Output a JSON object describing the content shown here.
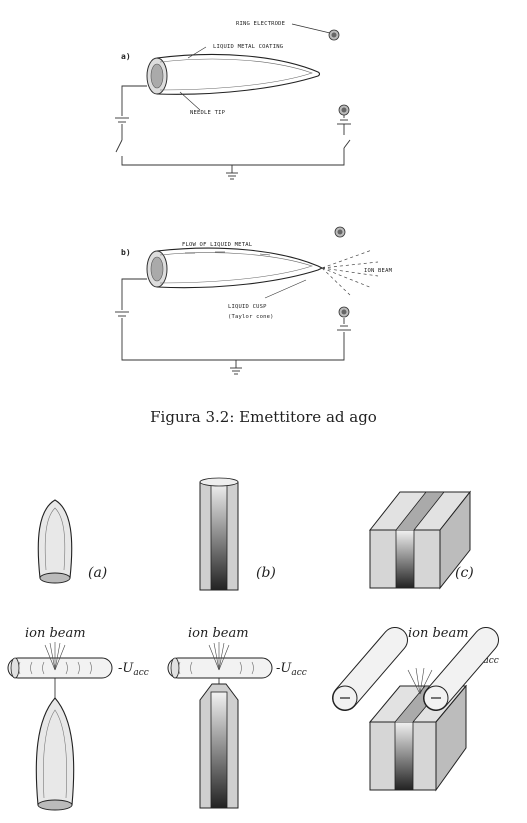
{
  "figure_top": {
    "panel_a": {
      "tag": "a)",
      "labels": {
        "ring_electrode": "RING ELECTRODE",
        "liquid_metal_coating": "LIQUID METAL COATING",
        "needle_tip": "NEEDLE TIP"
      }
    },
    "panel_b": {
      "tag": "b)",
      "labels": {
        "flow_of_liquid_metal": "FLOW OF LIQUID METAL",
        "ion_beam": "ION BEAM",
        "liquid_cusp": "LIQUID CUSP",
        "taylor_cone": "(Taylor cone)"
      }
    }
  },
  "caption": "Figura 3.2: Emettitore ad ago",
  "figure_bottom": {
    "panel_labels": [
      "(a)",
      "(b)",
      "(c)"
    ],
    "beam_label": "ion beam",
    "voltage_label": "-U",
    "voltage_subscript": "acc"
  }
}
